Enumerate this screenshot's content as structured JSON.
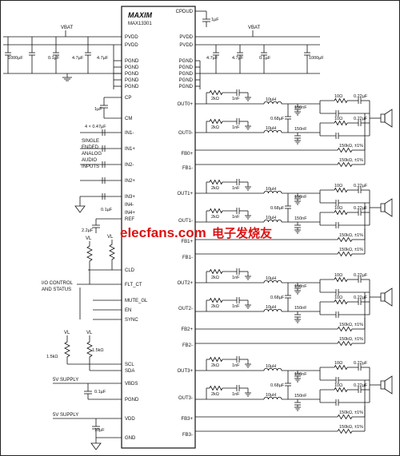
{
  "chip": {
    "brand": "MAXIM",
    "part": "MAX13301",
    "left_pins": [
      "PVDD",
      "PVDD",
      "PGND",
      "PGND",
      "PGND",
      "PGND",
      "PGND",
      "CP",
      "CM",
      "IN1-",
      "IN1+",
      "IN2-",
      "IN2+",
      "IN3+",
      "IN4-",
      "IN4+",
      "REF",
      "CLD",
      "FLT_CT",
      "MUTE_GL",
      "EN",
      "SYNC",
      "SCL",
      "SDA",
      "VBDS",
      "PGND",
      "VDD",
      "GND"
    ],
    "right_pins": [
      "CPDUD",
      "PVDD",
      "PVDD",
      "PGND",
      "PGND",
      "PGND",
      "PGND",
      "PGND",
      "OUT0+",
      "OUT0-",
      "FB0+",
      "FB1-",
      "OUT1+",
      "OUT1-",
      "FB1+",
      "FB1-",
      "OUT2+",
      "OUT2-",
      "FB2+",
      "FB2-",
      "OUT3+",
      "OUT3-",
      "FB3+",
      "FB3-"
    ]
  },
  "supply": {
    "left": "VBAT",
    "right": "VBAT",
    "vl1": "VL",
    "vl2": "VL",
    "vl3": "VL",
    "vl4": "VL"
  },
  "left_caps": [
    "1000µF",
    "0.1µF",
    "4.7µF",
    "4.7µF"
  ],
  "right_caps": [
    "4.7µF",
    "4.7µF",
    "0.1µF",
    "1000µF"
  ],
  "top_cap": "1µF",
  "misc_values": {
    "cp_cap": "1µF",
    "in_caps": "4 × 0.47µF",
    "ref_cap": "0.1µF",
    "ref_cap2": "2.2µF",
    "pullup1": "1.5kΩ",
    "pullup2": "1.5kΩ",
    "vbds_cap": "0.1µF",
    "vdd_cap": "10µF"
  },
  "left_text": {
    "inputs": [
      "SINGLE",
      "ENDED",
      "ANALOG",
      "AUDIO",
      "INPUTS"
    ],
    "io": [
      "I/O CONTROL",
      "AND STATUS"
    ],
    "supply1": "5V SUPPLY",
    "supply2": "5V SUPPLY"
  },
  "channel_values": {
    "r_snub": "2kΩ",
    "c_snub": "1nF",
    "inductor": "10µH",
    "c_filter": "0.68µF",
    "c_out": "150nF",
    "r_ser": "10Ω",
    "c_zobel": "0.22µF",
    "r_fb": "150kΩ, ±1%"
  },
  "watermark": {
    "site": "elecfans.com",
    "cn": "电子发烧友"
  }
}
